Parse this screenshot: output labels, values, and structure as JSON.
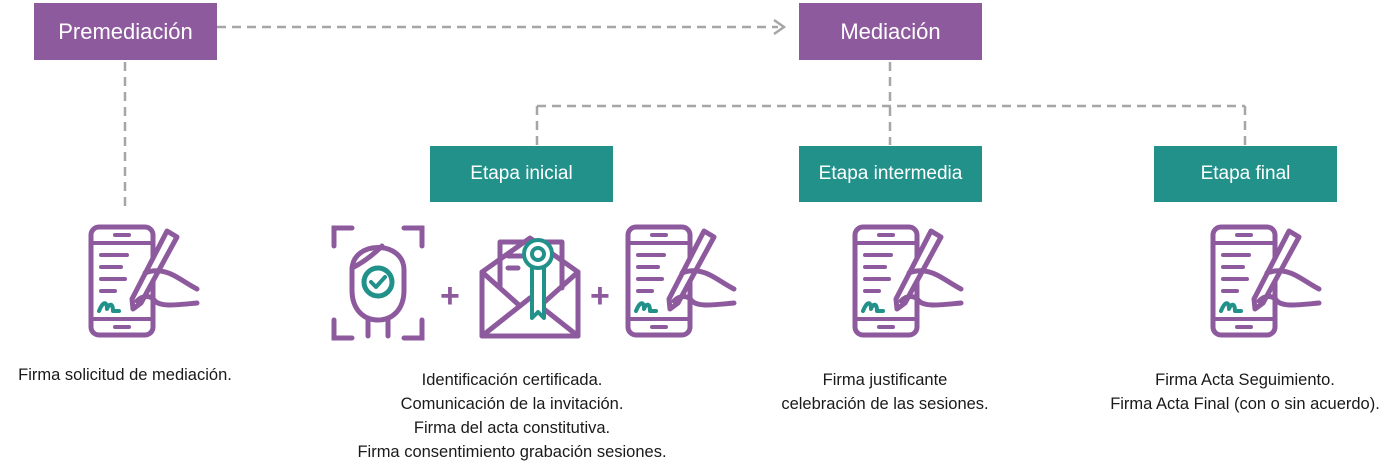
{
  "colors": {
    "purple": "#8e5a9e",
    "teal": "#22918a",
    "connector": "#a6a6a6",
    "text": "#1a1a1a"
  },
  "phases": {
    "premediation": {
      "label": "Premediación"
    },
    "mediation": {
      "label": "Mediación"
    }
  },
  "stages": {
    "initial": {
      "label": "Etapa inicial"
    },
    "intermediate": {
      "label": "Etapa intermedia"
    },
    "final": {
      "label": "Etapa final"
    }
  },
  "captions": {
    "premediation": [
      "Firma solicitud de mediación."
    ],
    "initial": [
      "Identificación certificada.",
      "Comunicación de la invitación.",
      "Firma del acta constitutiva.",
      "Firma consentimiento grabación sesiones."
    ],
    "intermediate": [
      "Firma justificante",
      "celebración de las sesiones."
    ],
    "final": [
      "Firma Acta Seguimiento.",
      "Firma Acta Final (con o sin acuerdo)."
    ]
  },
  "operators": {
    "plus": "+"
  },
  "icons": [
    "phone-signature-icon",
    "face-verification-icon",
    "certified-envelope-icon"
  ]
}
